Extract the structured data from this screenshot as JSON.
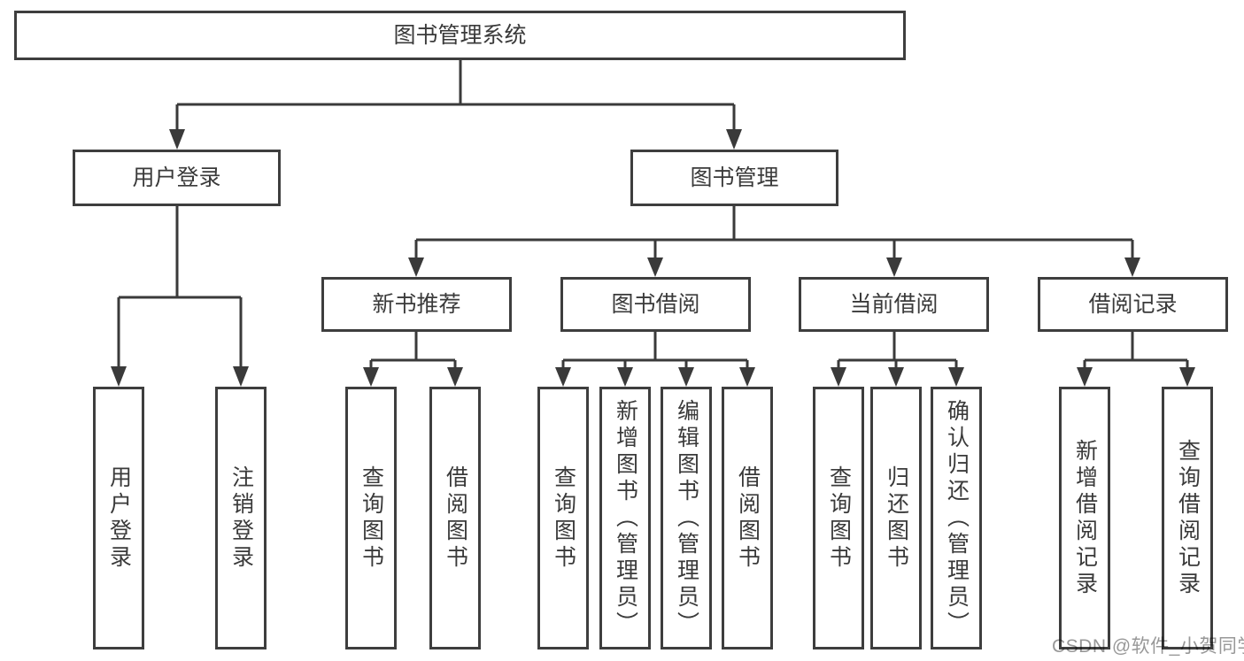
{
  "diagram": {
    "root": {
      "label": "图书管理系统"
    },
    "level2": [
      {
        "label": "用户登录"
      },
      {
        "label": "图书管理"
      }
    ],
    "level3": [
      {
        "label": "新书推荐"
      },
      {
        "label": "图书借阅"
      },
      {
        "label": "当前借阅"
      },
      {
        "label": "借阅记录"
      }
    ],
    "leaves": [
      {
        "label": "用户登录"
      },
      {
        "label": "注销登录"
      },
      {
        "label": "查询图书"
      },
      {
        "label": "借阅图书"
      },
      {
        "label": "查询图书"
      },
      {
        "label": "新增图书（管理员）"
      },
      {
        "label": "编辑图书（管理员）"
      },
      {
        "label": "借阅图书"
      },
      {
        "label": "查询图书"
      },
      {
        "label": "归还图书"
      },
      {
        "label": "确认归还（管理员）"
      },
      {
        "label": "新增借阅记录"
      },
      {
        "label": "查询借阅记录"
      }
    ],
    "colors": {
      "line": "#3a3a3a",
      "box_border": "#3e3e3e",
      "text": "#3a3a3a",
      "watermark": "#989898",
      "background": "#ffffff"
    }
  },
  "watermark": {
    "text": "CSDN @软件_小贺同学"
  }
}
